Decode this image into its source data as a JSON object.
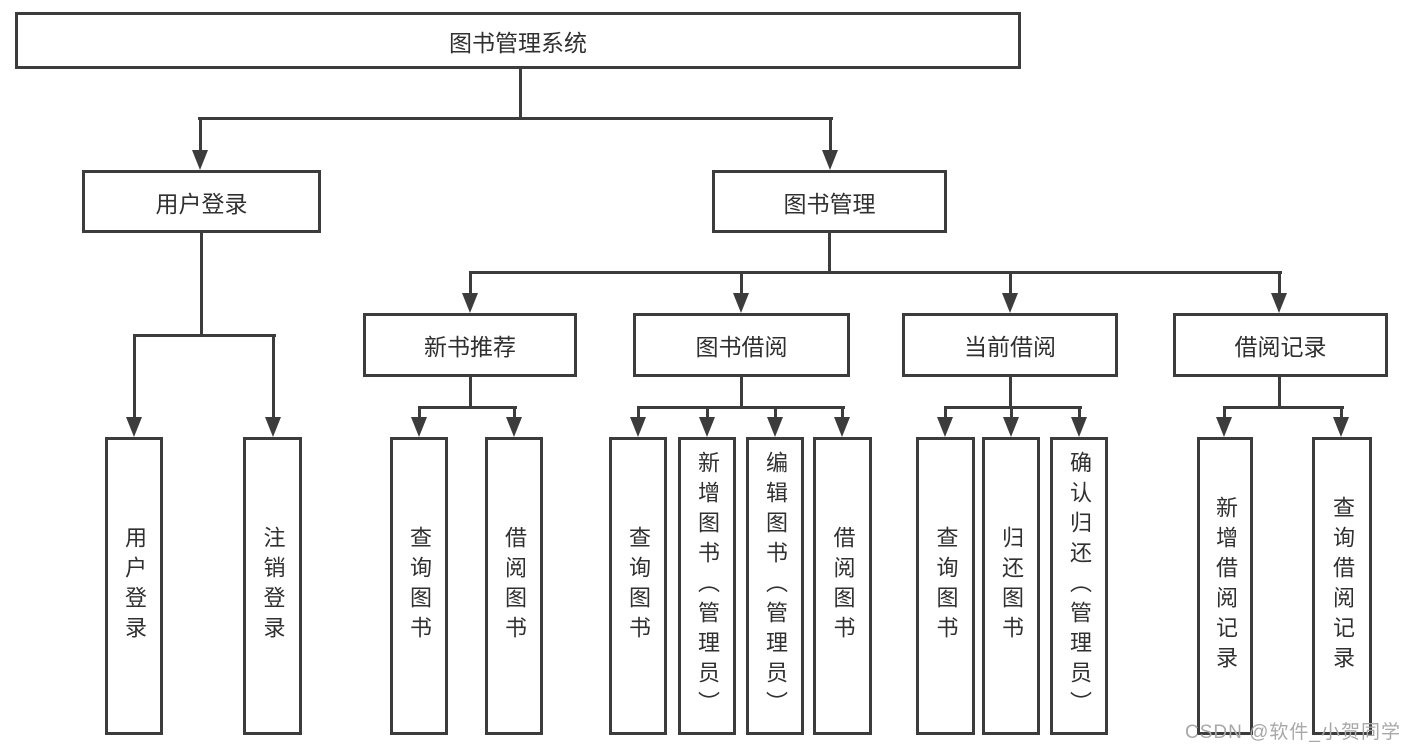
{
  "diagram_title": "图书管理系统",
  "tree": {
    "label": "图书管理系统",
    "children": [
      {
        "label": "用户登录",
        "children": [
          {
            "label": "用户登录"
          },
          {
            "label": "注销登录"
          }
        ]
      },
      {
        "label": "图书管理",
        "children": [
          {
            "label": "新书推荐",
            "children": [
              {
                "label": "查询图书"
              },
              {
                "label": "借阅图书"
              }
            ]
          },
          {
            "label": "图书借阅",
            "children": [
              {
                "label": "查询图书"
              },
              {
                "label": "新增图书（管理员）"
              },
              {
                "label": "编辑图书（管理员）"
              },
              {
                "label": "借阅图书"
              }
            ]
          },
          {
            "label": "当前借阅",
            "children": [
              {
                "label": "查询图书"
              },
              {
                "label": "归还图书"
              },
              {
                "label": "确认归还（管理员）"
              }
            ]
          },
          {
            "label": "借阅记录",
            "children": [
              {
                "label": "新增借阅记录"
              },
              {
                "label": "查询借阅记录"
              }
            ]
          }
        ]
      }
    ]
  },
  "watermark": {
    "text": "CSDN @软件_小贺同学"
  },
  "colors": {
    "line": "#3c3c3c",
    "text": "#303030",
    "background": "#ffffff",
    "watermark": "#a8a8a8"
  }
}
